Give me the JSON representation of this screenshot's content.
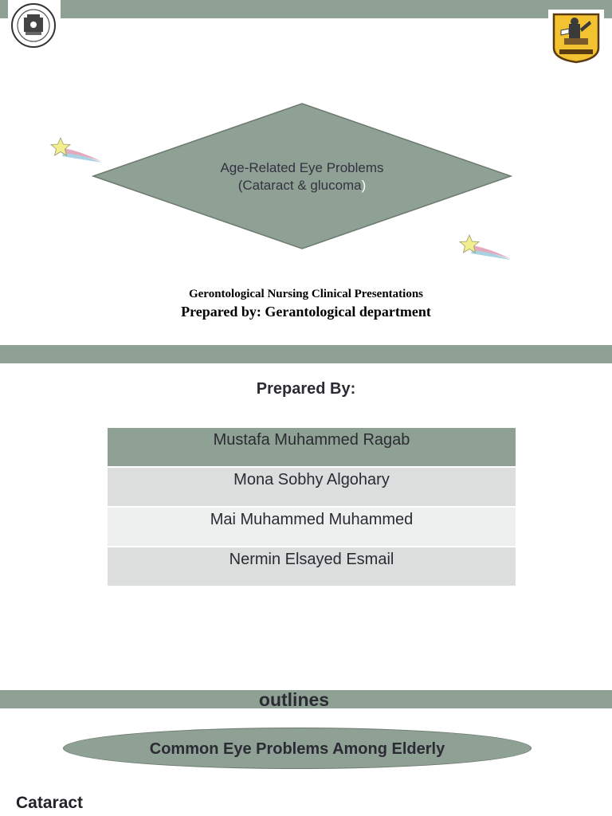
{
  "colors": {
    "accent": "#8fa094",
    "text": "#2b2b33"
  },
  "slide1": {
    "left_logo_icon": "university-seal-icon",
    "right_logo_icon": "cairo-university-crest-icon",
    "title_line1": "Age-Related Eye Problems",
    "title_line2_main": "(Cataract & glucoma",
    "title_line2_close": ")",
    "decor_icon": "shooting-star-icon",
    "subtitle_line1": "Gerontological Nursing Clinical Presentations",
    "subtitle_line2": "Prepared by: Gerantological department"
  },
  "slide2": {
    "heading": "Prepared By:",
    "authors": [
      "Mustafa Muhammed Ragab",
      "Mona Sobhy Algohary",
      "Mai Muhammed Muhammed",
      "Nermin Elsayed Esmail"
    ]
  },
  "slide3": {
    "heading": "outlines",
    "oval_label": "Common Eye Problems Among Elderly",
    "topic": "Cataract"
  }
}
